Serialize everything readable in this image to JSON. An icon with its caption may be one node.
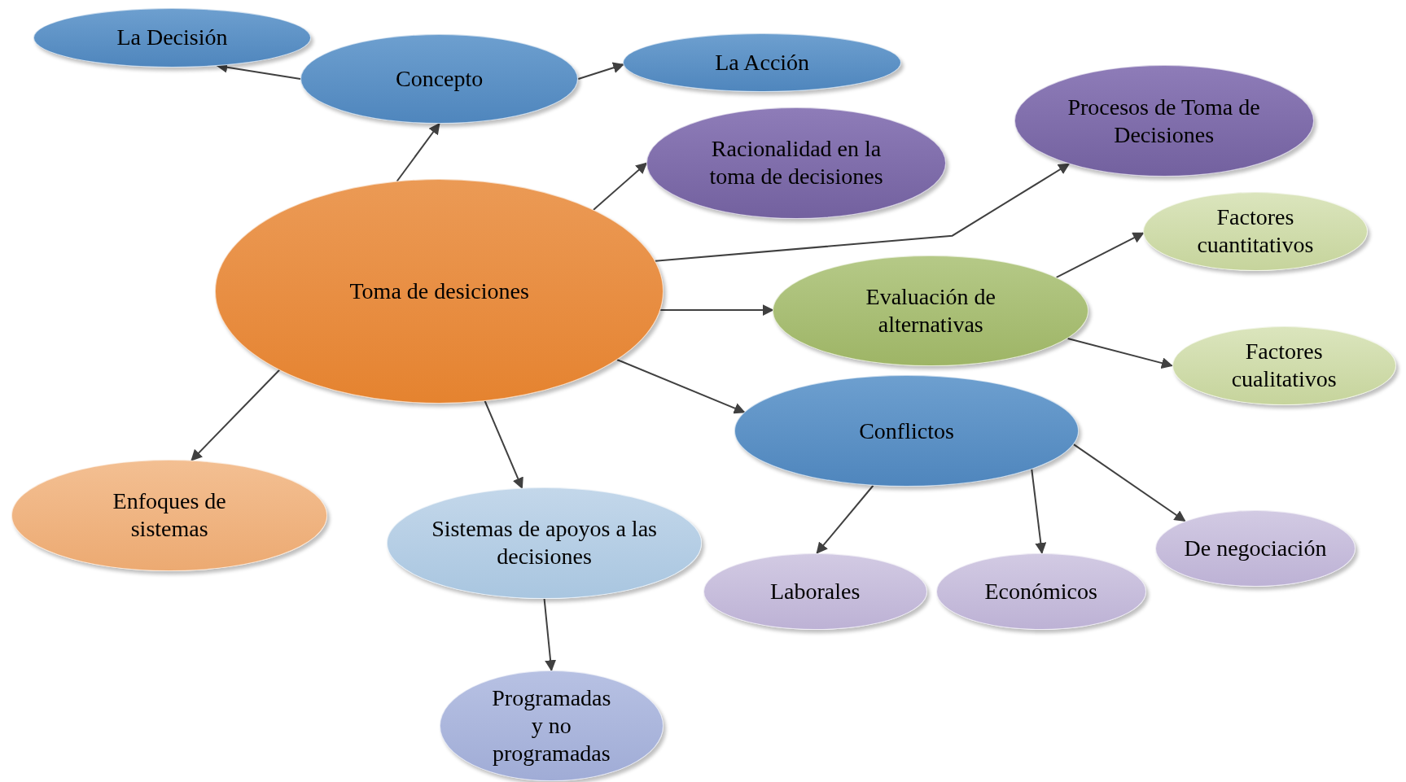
{
  "diagram": {
    "nodes": [
      {
        "text": [
          "Toma de desiciones"
        ]
      },
      {
        "text": [
          "Concepto"
        ]
      },
      {
        "text": [
          "La Decisión"
        ]
      },
      {
        "text": [
          "La Acción"
        ]
      },
      {
        "text": [
          "Racionalidad en la toma de decisiones"
        ]
      },
      {
        "text": [
          "Procesos de Toma de Decisiones"
        ]
      },
      {
        "text": [
          "Factores cuantitativos"
        ]
      },
      {
        "text": [
          "Evaluación de alternativas"
        ]
      },
      {
        "text": [
          "Factores cualitativos"
        ]
      },
      {
        "text": [
          "Conflictos"
        ]
      },
      {
        "text": [
          "Enfoques de sistemas"
        ]
      },
      {
        "text": [
          "Sistemas de apoyos a las decisiones"
        ]
      },
      {
        "text": [
          "Laborales"
        ]
      },
      {
        "text": [
          "Económicos"
        ]
      },
      {
        "text": [
          "De negociación"
        ]
      },
      {
        "text": [
          "Programadas y no programadas"
        ]
      }
    ],
    "edges": [
      {
        "from": 0,
        "to": 1,
        "arrow": "to"
      },
      {
        "from": 1,
        "to": 2,
        "arrow": "to"
      },
      {
        "from": 1,
        "to": 3,
        "arrow": "to"
      },
      {
        "from": 0,
        "to": 4,
        "arrow": "to"
      },
      {
        "from": 0,
        "to": 5,
        "arrow": "to"
      },
      {
        "from": 0,
        "to": 7,
        "arrow": "to"
      },
      {
        "from": 7,
        "to": 6,
        "arrow": "to"
      },
      {
        "from": 7,
        "to": 8,
        "arrow": "to"
      },
      {
        "from": 0,
        "to": 9,
        "arrow": "to"
      },
      {
        "from": 9,
        "to": 12,
        "arrow": "to"
      },
      {
        "from": 9,
        "to": 13,
        "arrow": "to"
      },
      {
        "from": 9,
        "to": 14,
        "arrow": "to"
      },
      {
        "from": 0,
        "to": 10,
        "arrow": "to"
      },
      {
        "from": 0,
        "to": 11,
        "arrow": "to"
      },
      {
        "from": 11,
        "to": 15,
        "arrow": "to"
      }
    ]
  }
}
